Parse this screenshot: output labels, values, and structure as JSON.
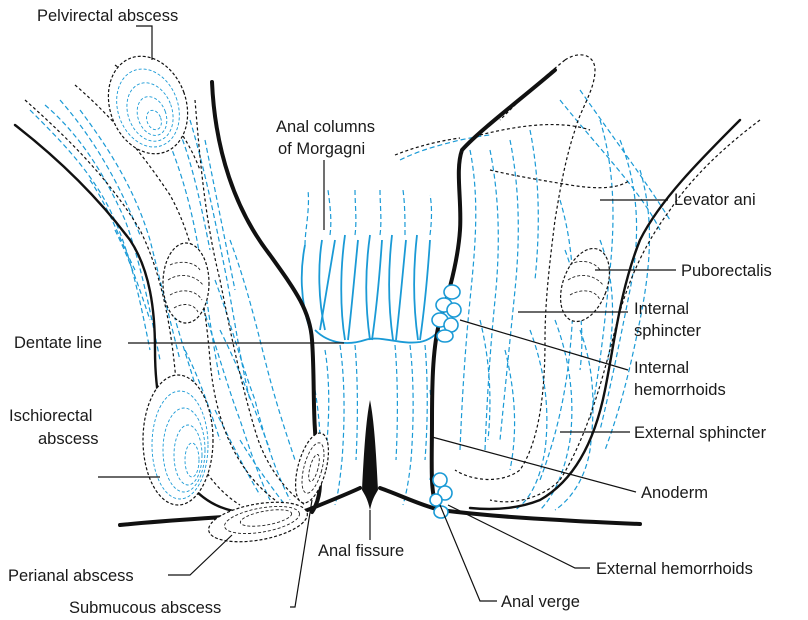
{
  "labels": {
    "pelvirectal_abscess": "Pelvirectal abscess",
    "anal_columns_line1": "Anal columns",
    "anal_columns_line2": "of Morgagni",
    "levator_ani": "Levator ani",
    "puborectalis": "Puborectalis",
    "internal_sphincter_line1": "Internal",
    "internal_sphincter_line2": "sphincter",
    "dentate_line": "Dentate line",
    "internal_hemorrhoids_line1": "Internal",
    "internal_hemorrhoids_line2": "hemorrhoids",
    "ischiorectal_line1": "Ischiorectal",
    "ischiorectal_line2": "abscess",
    "external_sphincter": "External sphincter",
    "anoderm": "Anoderm",
    "anal_fissure": "Anal fissure",
    "perianal_abscess": "Perianal abscess",
    "external_hemorrhoids": "External hemorrhoids",
    "submucous_abscess": "Submucous abscess",
    "anal_verge": "Anal verge"
  },
  "colors": {
    "structure": "#111111",
    "tissue": "#1a9ad6",
    "text": "#1a1a1a"
  }
}
